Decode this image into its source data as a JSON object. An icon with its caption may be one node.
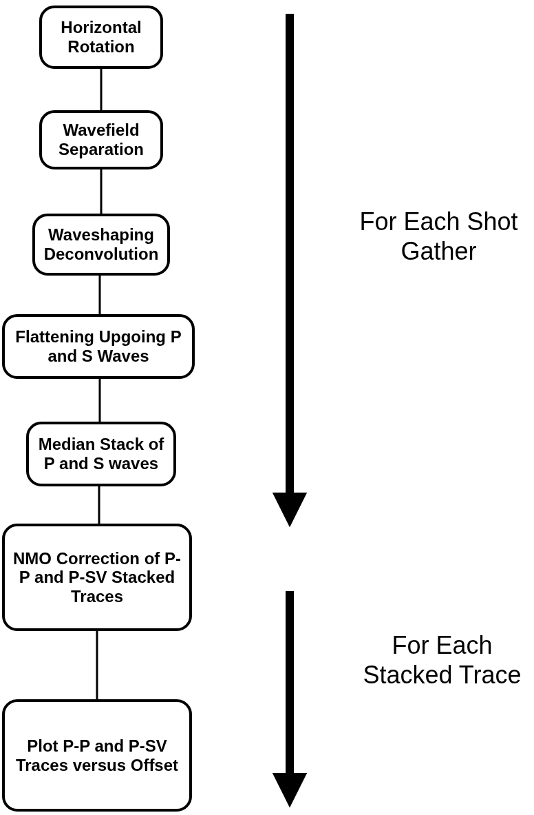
{
  "diagram": {
    "nodes": [
      {
        "text": [
          "Horizontal Rotation"
        ]
      },
      {
        "text": [
          "Wavefield Separation"
        ]
      },
      {
        "text": [
          "Waveshaping Deconvolution"
        ]
      },
      {
        "text": [
          "Flattening Upgoing P and S Waves"
        ]
      },
      {
        "text": [
          "Median Stack of P and S waves"
        ]
      },
      {
        "text": [
          "NMO Correction of P-P and P-SV Stacked Traces"
        ]
      },
      {
        "text": [
          "Plot P-P and P-SV Traces versus Offset"
        ]
      }
    ],
    "edges": [
      {
        "from": 0,
        "to": 1,
        "arrow": "none"
      },
      {
        "from": 1,
        "to": 2,
        "arrow": "none"
      },
      {
        "from": 2,
        "to": 3,
        "arrow": "none"
      },
      {
        "from": 3,
        "to": 4,
        "arrow": "none"
      },
      {
        "from": 4,
        "to": 5,
        "arrow": "none"
      },
      {
        "from": 5,
        "to": 6,
        "arrow": "none"
      }
    ],
    "labels": [
      "For Each Shot Gather",
      "For Each Stacked Trace"
    ]
  }
}
